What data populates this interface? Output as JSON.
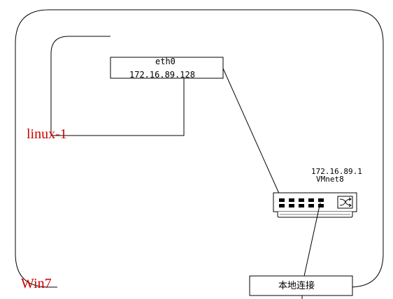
{
  "win7_host": {
    "label": "Win7",
    "label_color": "#cc0000"
  },
  "linux_vm": {
    "label": "linux-1",
    "label_color": "#cc0000"
  },
  "eth0": {
    "name": "eth0",
    "ip": "172.16.89.128"
  },
  "vmnet8_switch": {
    "ip": "172.16.89.1",
    "name": "VMnet8",
    "port_icon": "ethernet-port-icon",
    "switch_icon": "crossed-arrows-icon"
  },
  "local_connection": {
    "label": "本地连接"
  },
  "colors": {
    "line": "#000000",
    "label_red": "#cc0000"
  }
}
